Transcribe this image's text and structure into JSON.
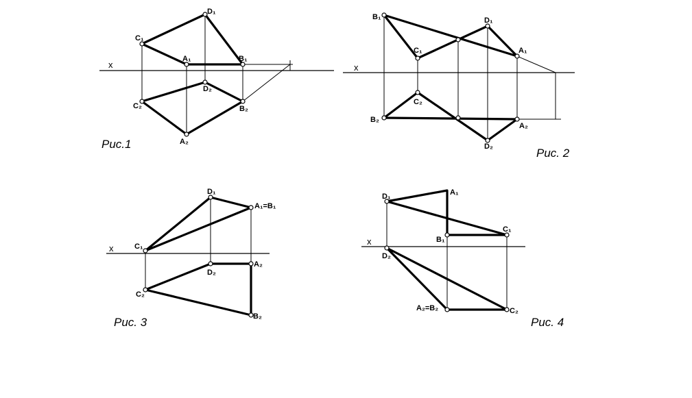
{
  "figures": [
    {
      "caption": "Рис.1",
      "axis_label": "x",
      "points": {
        "A1": "A₁",
        "B1": "B₁",
        "C1": "C₁",
        "D1": "D₁",
        "A2": "A₂",
        "B2": "B₂",
        "C2": "C₂",
        "D2": "D₂"
      }
    },
    {
      "caption": "Рис. 2",
      "axis_label": "x",
      "points": {
        "A1": "A₁",
        "B1": "B₁",
        "C1": "C₁",
        "D1": "D₁",
        "A2": "A₂",
        "B2": "B₂",
        "C2": "C₂",
        "D2": "D₂"
      }
    },
    {
      "caption": "Рис. 3",
      "axis_label": "x",
      "points": {
        "AB1": "A₁=B₁",
        "C1": "C₁",
        "D1": "D₁",
        "A2": "A₂",
        "B2": "B₂",
        "C2": "C₂",
        "D2": "D₂"
      }
    },
    {
      "caption": "Рис. 4",
      "axis_label": "x",
      "points": {
        "A1": "A₁",
        "B1": "B₁",
        "C1": "C₁",
        "D1": "D₁",
        "AB2": "A₂=B₂",
        "C2": "C₂",
        "D2": "D₂"
      }
    }
  ]
}
